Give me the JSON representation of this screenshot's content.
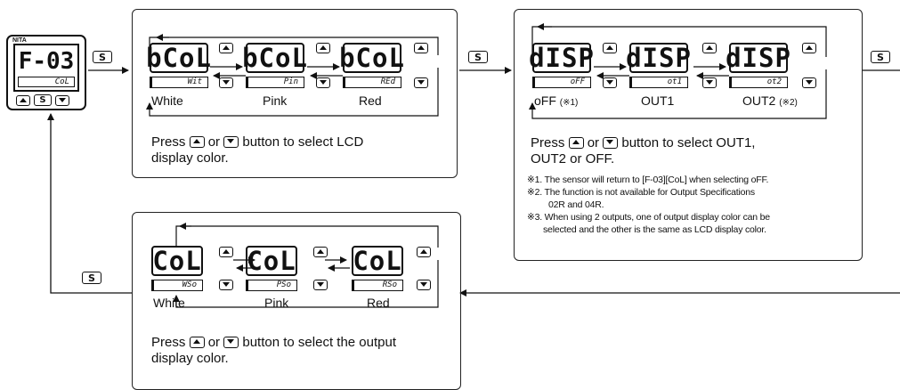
{
  "s_label": "S",
  "device": {
    "brand": "NITA",
    "main_display": "F-03",
    "sub_display": "CoL"
  },
  "panel_lcd": {
    "items": [
      {
        "main": "bCoL",
        "sub": "Wit",
        "label": "White"
      },
      {
        "main": "bCoL",
        "sub": "Pin",
        "label": "Pink"
      },
      {
        "main": "bCoL",
        "sub": "REd",
        "label": "Red"
      }
    ],
    "instruction_prefix": "Press",
    "instruction_or": "or",
    "instruction_suffix_1": "button to select LCD",
    "instruction_suffix_2": "display color."
  },
  "panel_disp": {
    "items": [
      {
        "main": "dISP",
        "sub": "oFF",
        "label": "oFF",
        "note_mark": "(※1)"
      },
      {
        "main": "dISP",
        "sub": "ot1",
        "label": "OUT1",
        "note_mark": ""
      },
      {
        "main": "dISP",
        "sub": "ot2",
        "label": "OUT2",
        "note_mark": "(※2)"
      }
    ],
    "instruction_prefix": "Press",
    "instruction_or": "or",
    "instruction_suffix_1": "button to select OUT1,",
    "instruction_suffix_2": "OUT2 or OFF.",
    "notes": [
      "※1. The sensor will return to [F-03][CoL] when selecting oFF.",
      "※2. The function is not available for Output Specifications",
      "02R and 04R.",
      "※3. When using 2 outputs, one of output display color can be",
      "selected and the other is the same as LCD display color."
    ]
  },
  "panel_out": {
    "items": [
      {
        "main": "CoL",
        "sub": "WSo",
        "label": "White"
      },
      {
        "main": "CoL",
        "sub": "PSo",
        "label": "Pink"
      },
      {
        "main": "CoL",
        "sub": "RSo",
        "label": "Red"
      }
    ],
    "instruction_prefix": "Press",
    "instruction_or": "or",
    "instruction_suffix_1": "button to select the output",
    "instruction_suffix_2": "display color."
  }
}
